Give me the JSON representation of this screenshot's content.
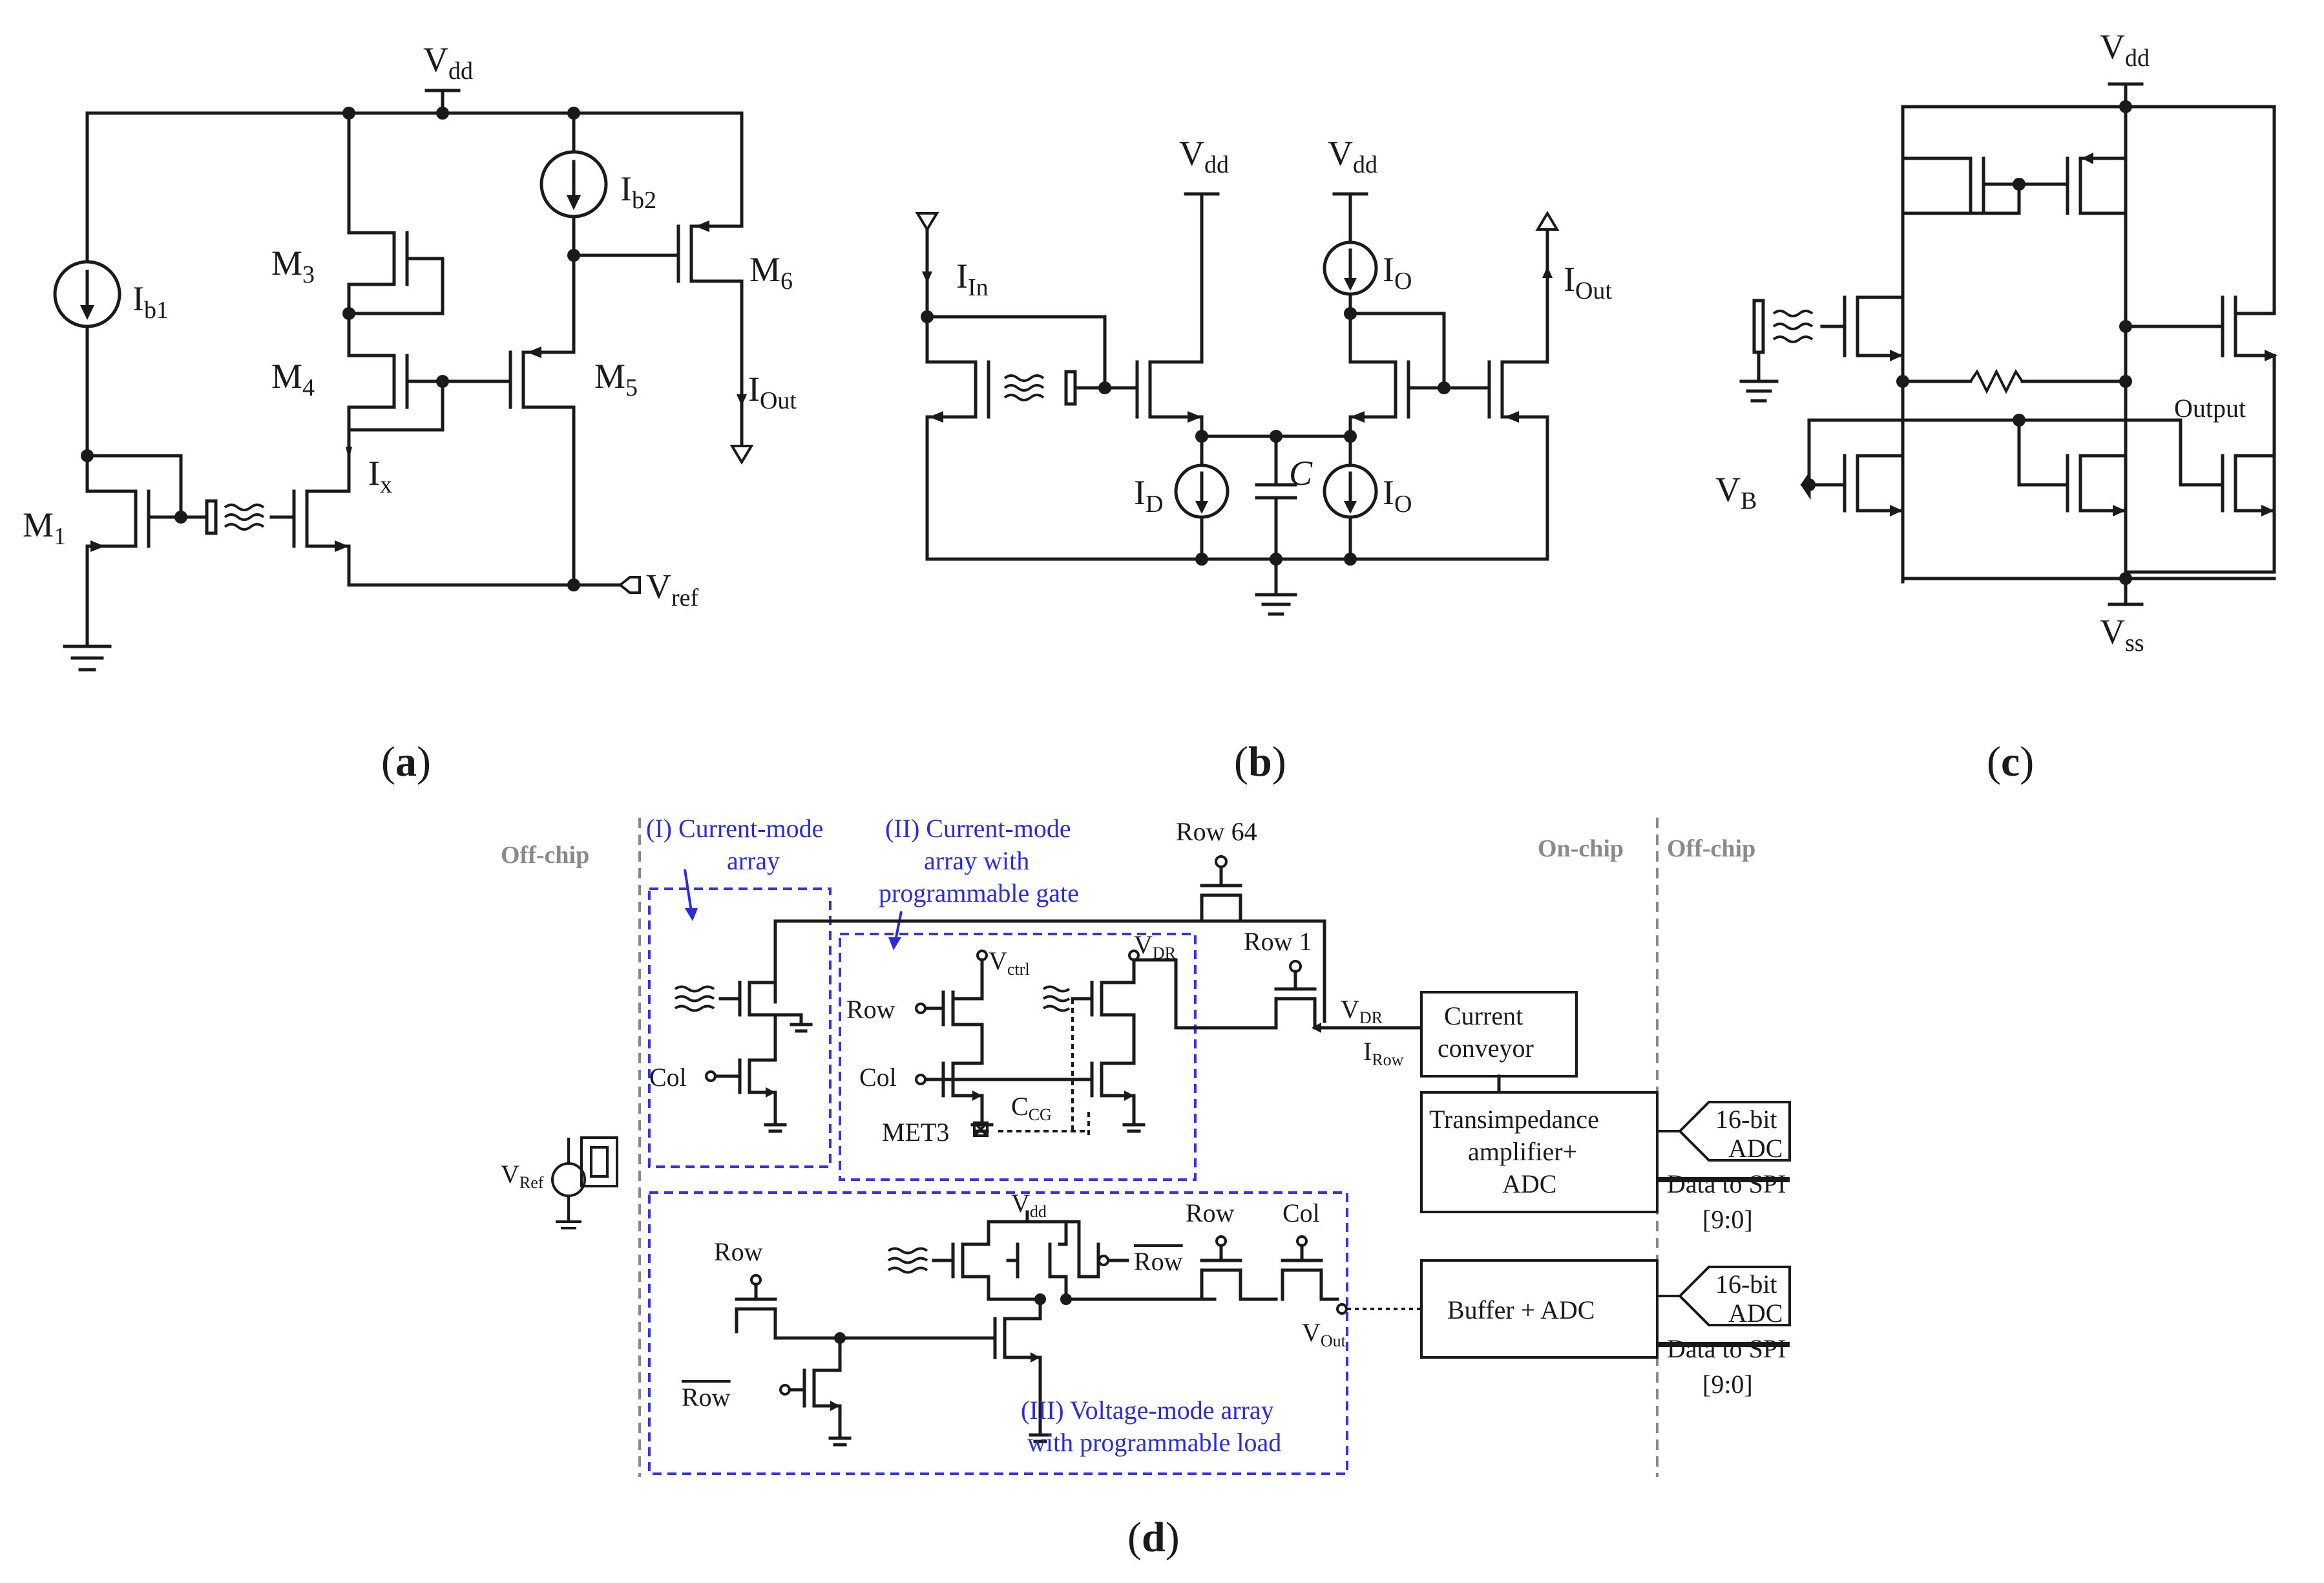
{
  "panel_a": {
    "caption": "a",
    "vdd": "V",
    "vdd_sub": "dd",
    "ib1": "I",
    "ib1_sub": "b1",
    "ib2": "I",
    "ib2_sub": "b2",
    "m1": "M",
    "m1_sub": "1",
    "m3": "M",
    "m3_sub": "3",
    "m4": "M",
    "m4_sub": "4",
    "m5": "M",
    "m5_sub": "5",
    "m6": "M",
    "m6_sub": "6",
    "ix": "I",
    "ix_sub": "x",
    "iout": "I",
    "iout_sub": "Out",
    "vref": "V",
    "vref_sub": "ref"
  },
  "panel_b": {
    "caption": "b",
    "vdd1": "V",
    "vdd1_sub": "dd",
    "vdd2": "V",
    "vdd2_sub": "dd",
    "iin": "I",
    "iin_sub": "In",
    "io1": "I",
    "io1_sub": "O",
    "io2": "I",
    "io2_sub": "O",
    "id": "I",
    "id_sub": "D",
    "c": "C",
    "iout": "I",
    "iout_sub": "Out"
  },
  "panel_c": {
    "caption": "c",
    "vdd": "V",
    "vdd_sub": "dd",
    "vss": "V",
    "vss_sub": "ss",
    "vb": "V",
    "vb_sub": "B",
    "output": "Output"
  },
  "panel_d": {
    "caption": "d",
    "offchip_left": "Off-chip",
    "onchip": "On-chip",
    "offchip_right": "Off-chip",
    "array1_l1": "(I) Current-mode",
    "array1_l2": "array",
    "array2_l1": "(II) Current-mode",
    "array2_l2": "array with",
    "array2_l3": "programmable gate",
    "array3_l1": "(III) Voltage-mode array",
    "array3_l2": "with programmable load",
    "row64": "Row 64",
    "row1": "Row 1",
    "row": "Row",
    "col": "Col",
    "vctrl": "V",
    "vctrl_sub": "ctrl",
    "vdr": "V",
    "vdr_sub": "DR",
    "vdr2": "V",
    "vdr2_sub": "DR",
    "irow": "I",
    "irow_sub": "Row",
    "met3": "MET3",
    "ccg": "C",
    "ccg_sub": "CG",
    "vref": "V",
    "vref_sub": "Ref",
    "vdd": "V",
    "vdd_sub": "dd",
    "vout": "V",
    "vout_sub": "Out",
    "current_conveyor_l1": "Current",
    "current_conveyor_l2": "conveyor",
    "tia_l1": "Transimpedance",
    "tia_l2": "amplifier+",
    "tia_l3": "ADC",
    "buffer": "Buffer + ADC",
    "adc16_l1": "16-bit",
    "adc16_l2": "ADC",
    "data_spi": "Data to SPI",
    "bits": "[9:0]"
  },
  "colors": {
    "wire": "#1a1a1a",
    "annotation_blue": "#2a2ae0",
    "boundary_gray": "#888888"
  }
}
